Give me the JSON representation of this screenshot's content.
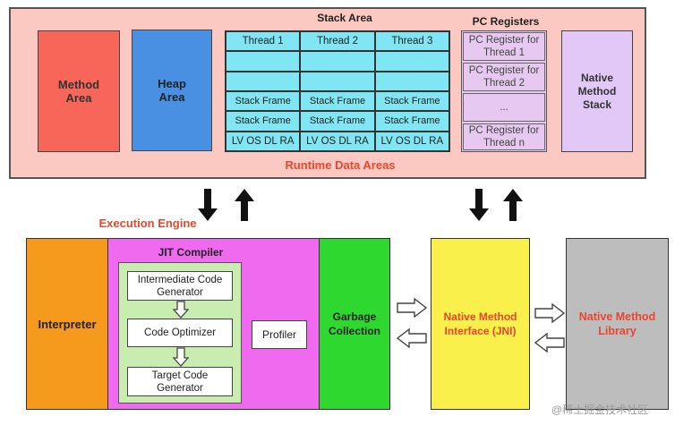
{
  "runtime": {
    "label": "Runtime Data Areas",
    "method_area": "Method Area",
    "heap_area": "Heap Area",
    "stack_area": {
      "title": "Stack Area",
      "rows": [
        [
          "Thread 1",
          "Thread 2",
          "Thread 3"
        ],
        [
          "",
          "",
          ""
        ],
        [
          "",
          "",
          ""
        ],
        [
          "Stack Frame",
          "Stack Frame",
          "Stack Frame"
        ],
        [
          "Stack Frame",
          "Stack Frame",
          "Stack Frame"
        ],
        [
          "LV OS DL RA",
          "LV OS DL RA",
          "LV OS DL RA"
        ]
      ]
    },
    "pc_registers": {
      "title": "PC Registers",
      "items": [
        "PC Register for Thread 1",
        "PC Register for Thread 2",
        "...",
        "PC Register for Thread n"
      ]
    },
    "native_stack": "Native Method Stack"
  },
  "execution_engine": {
    "label": "Execution Engine",
    "interpreter": "Interpreter",
    "jit": {
      "title": "JIT Compiler",
      "steps": [
        "Intermediate Code Generator",
        "Code Optimizer",
        "Target Code Generator"
      ],
      "profiler": "Profiler"
    },
    "gc": "Garbage Collection"
  },
  "jni": "Native Method Interface (JNI)",
  "native_library": "Native Method Library",
  "watermark": "@稀土掘金技术社区",
  "colors": {
    "runtime_bg": "#fbc9c1",
    "method_area": "#f8665a",
    "heap_area": "#4a90e2",
    "stack_cells": "#80e6f4",
    "pc_registers": "#e6c8f0",
    "native_stack": "#e2c8f7",
    "interpreter": "#f59a1c",
    "jit": "#f06af0",
    "jit_inner": "#c9ecb0",
    "gc": "#2ed82e",
    "jni": "#f9f04b",
    "native_library": "#bdbdbd",
    "label_red": "#e8462e"
  }
}
